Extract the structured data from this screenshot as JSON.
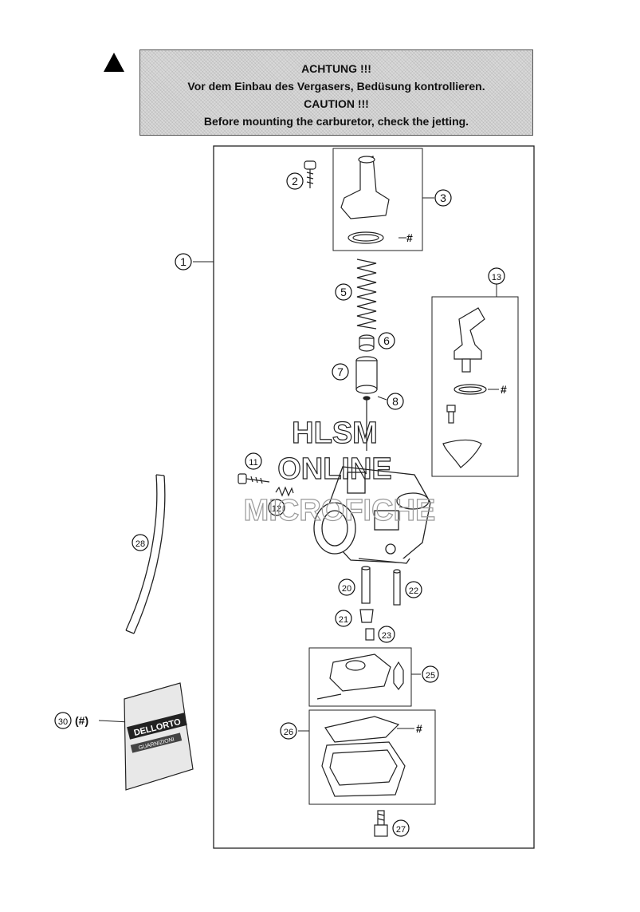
{
  "caution": {
    "line1": "ACHTUNG !!!",
    "line2": "Vor dem Einbau des Vergasers, Bedüsung kontrollieren.",
    "line3": "CAUTION !!!",
    "line4": "Before mounting the carburetor, check the jetting."
  },
  "callouts": {
    "c1": "1",
    "c2": "2",
    "c3": "3",
    "c5": "5",
    "c6": "6",
    "c7": "7",
    "c8": "8",
    "c11": "11",
    "c12": "12",
    "c13": "13",
    "c20": "20",
    "c21": "21",
    "c22": "22",
    "c23": "23",
    "c25": "25",
    "c26": "26",
    "c27": "27",
    "c28": "28",
    "c30": "30"
  },
  "hash_mark": "#",
  "kit_label": "(#)",
  "bag_text": {
    "brand": "DELLORTO",
    "line": "GUARNIZIONI"
  },
  "watermark": {
    "line1": "HLSM",
    "line2": "ONLINE",
    "line3": "MICROFICHE"
  }
}
